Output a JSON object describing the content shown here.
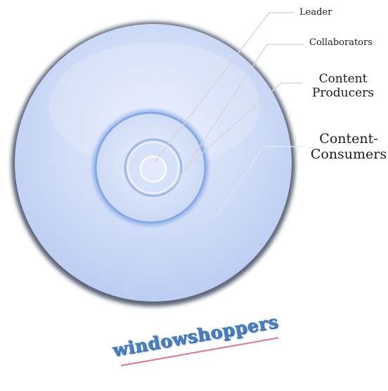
{
  "diagram": {
    "labels": {
      "leader": "Leader",
      "collaborators": "Collaborators",
      "producers": "Content\nProducers",
      "consumers": "Content-\nConsumers"
    }
  },
  "watermark": {
    "text": "windowshoppers"
  },
  "colors": {
    "disc_fill": "#c9d9f7",
    "disc_rim": "#2b3a55",
    "ring_blue": "#6f95d8",
    "leader_line": "#d0d0d0",
    "watermark": "#4a7fc0"
  }
}
